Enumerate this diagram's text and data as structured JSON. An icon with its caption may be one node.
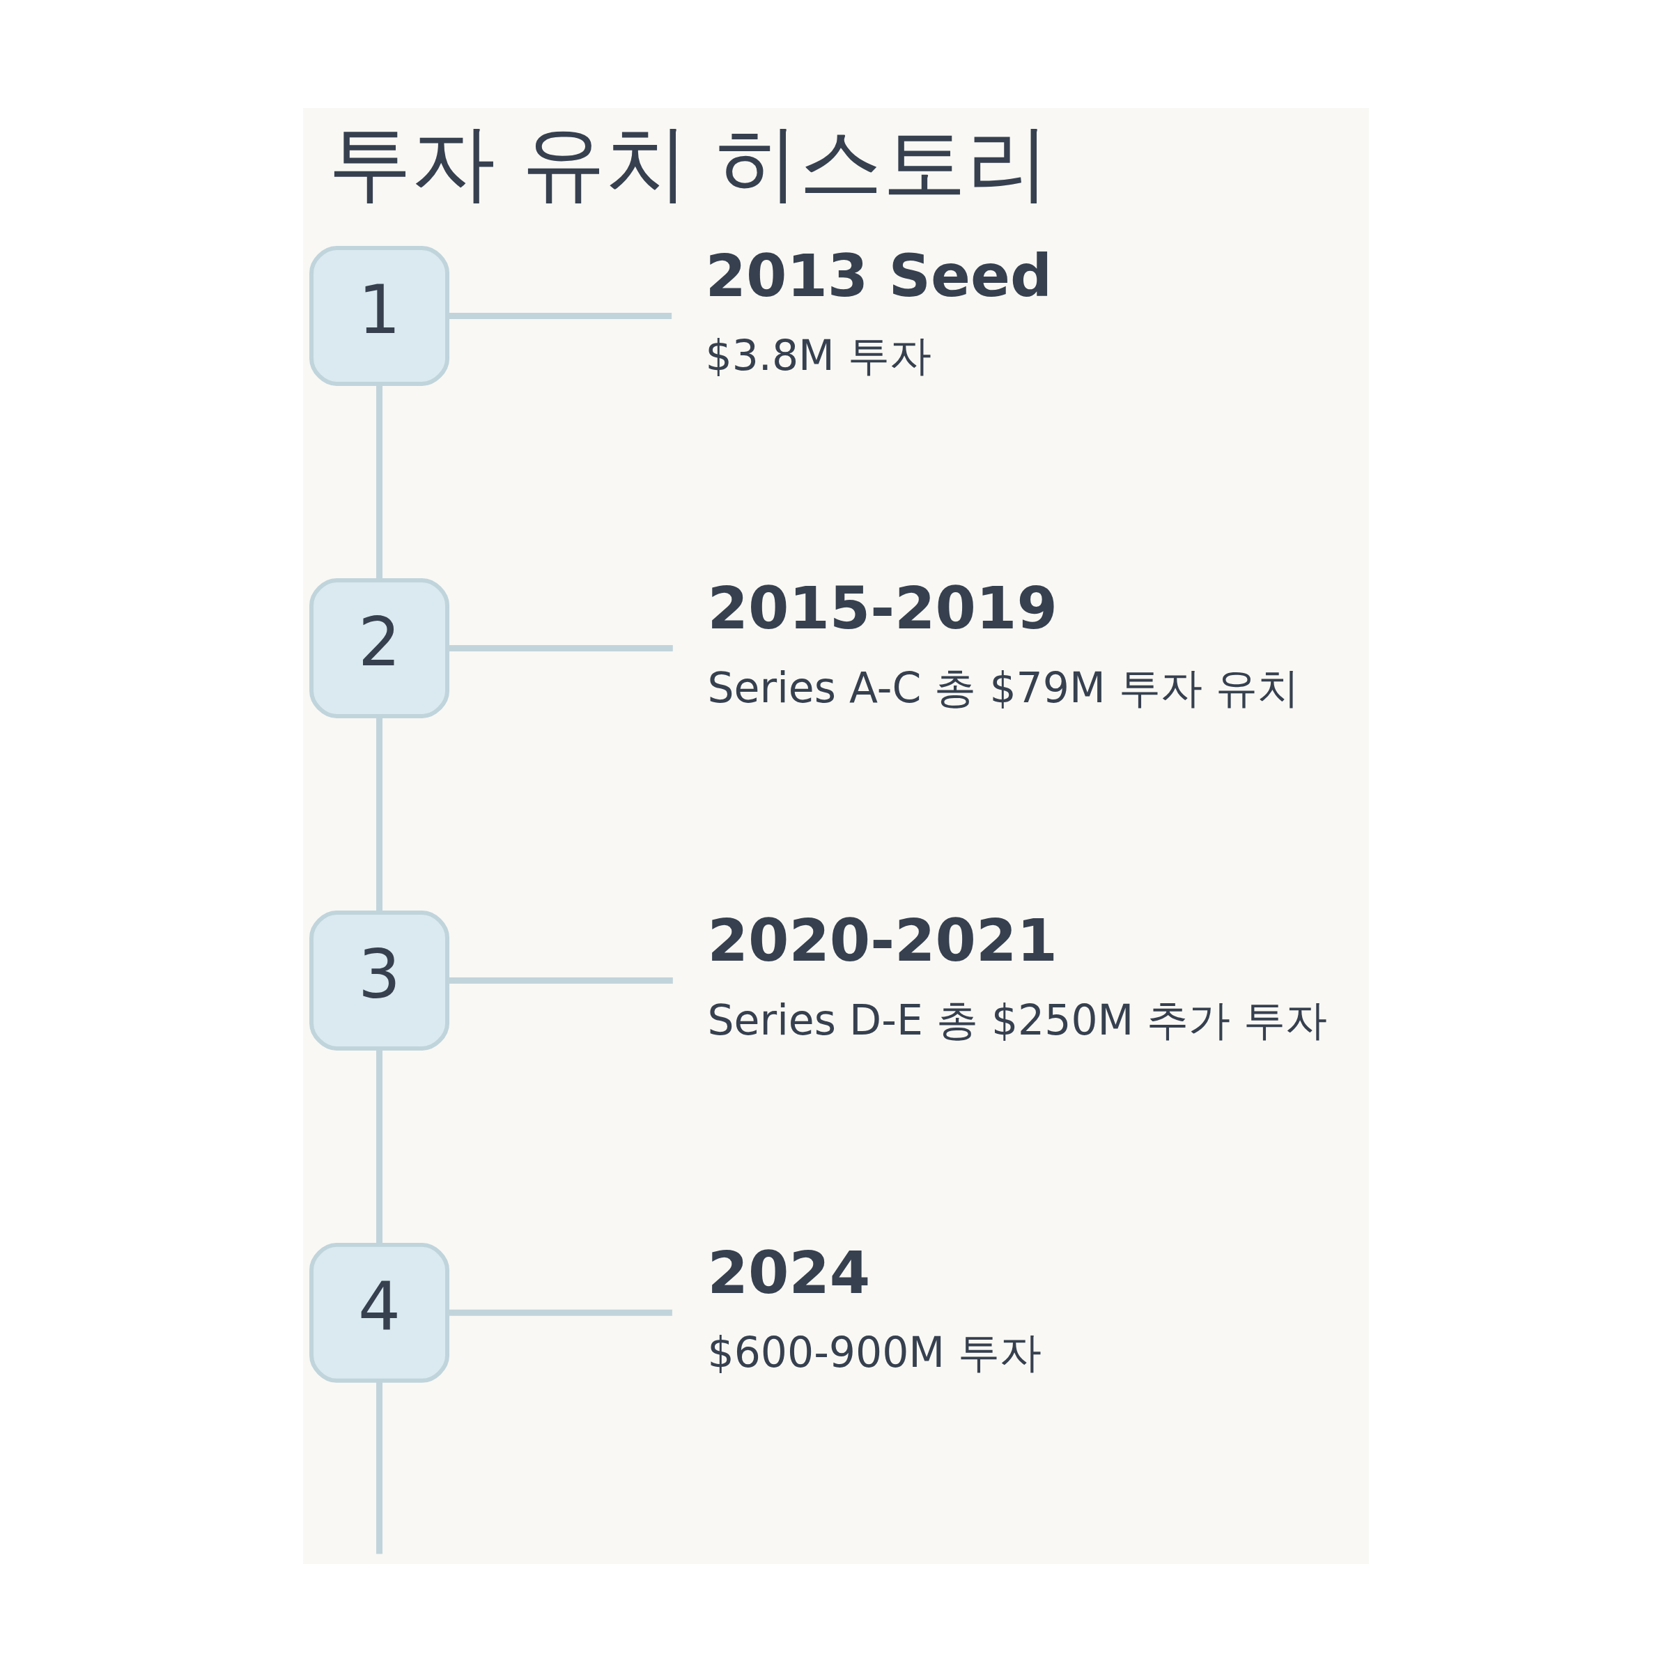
{
  "diagram": {
    "title": "투자 유치 히스토리",
    "nodes": [
      {
        "text": [
          "1"
        ]
      },
      {
        "text": [
          "2013 Seed",
          "$3.8M 투자"
        ]
      },
      {
        "text": [
          "2"
        ]
      },
      {
        "text": [
          "2015-2019",
          "Series A-C 총 $79M 투자 유치"
        ]
      },
      {
        "text": [
          "3"
        ]
      },
      {
        "text": [
          "2020-2021",
          "Series D-E 총 $250M 추가 투자"
        ]
      },
      {
        "text": [
          "4"
        ]
      },
      {
        "text": [
          "2024",
          "$600-900M 투자"
        ]
      }
    ],
    "edges": [
      {
        "from": 0,
        "to": 1,
        "arrow": "none"
      },
      {
        "from": 0,
        "to": 2,
        "arrow": "none"
      },
      {
        "from": 2,
        "to": 3,
        "arrow": "none"
      },
      {
        "from": 2,
        "to": 4,
        "arrow": "none"
      },
      {
        "from": 4,
        "to": 5,
        "arrow": "none"
      },
      {
        "from": 4,
        "to": 6,
        "arrow": "none"
      },
      {
        "from": 6,
        "to": 7,
        "arrow": "none"
      },
      {
        "from": 6,
        "to": null,
        "arrow": "none"
      }
    ]
  }
}
